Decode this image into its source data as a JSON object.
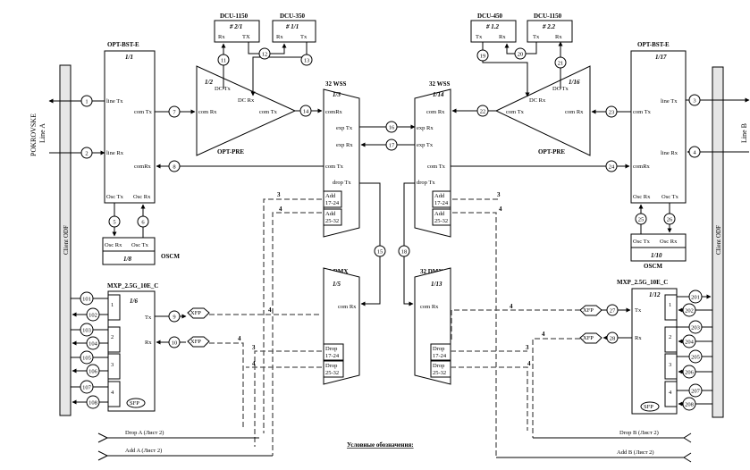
{
  "left_site": {
    "line_label_1": "POKROVSKE",
    "line_label_2": "Line A",
    "client_odf": "Client ODF",
    "opt_bst": {
      "title": "OPT-BST-E",
      "slot": "1/1",
      "line_tx": "line Tx",
      "line_rx": "line Rx",
      "com_tx": "com Tx",
      "com_rx": "comRx",
      "osc_tx": "Osc Tx",
      "osc_rx": "Osc Rx"
    },
    "oscm": {
      "label": "OSCM",
      "slot": "1/8",
      "osc_rx": "Osc Rx",
      "osc_tx": "Osc Tx"
    },
    "opt_pre": {
      "label": "OPT-PRE",
      "slot": "1/2",
      "dc_tx": "DC Tx",
      "dc_rx": "DC Rx",
      "com_rx": "com Rx",
      "com_tx": "com Tx"
    },
    "dcu_1": {
      "title": "DCU-1150",
      "slot": "# 2/1",
      "rx": "Rx",
      "tx": "TX"
    },
    "dcu_2": {
      "title": "DCU-350",
      "slot": "# 1/1",
      "rx": "Rx",
      "tx": "Tx"
    },
    "wss": {
      "title": "32 WSS",
      "slot": "1/3",
      "com_rx": "comRx",
      "exp_tx": "exp Tx",
      "exp_rx": "exp Rx",
      "com_tx": "com Tx",
      "drop_tx": "drop Tx",
      "add1": "Add",
      "add1_range": "17-24",
      "add2": "Add",
      "add2_range": "25-32"
    },
    "dmx": {
      "title": "32 DMX",
      "slot": "1/5",
      "com_rx": "com Rx",
      "drop1": "Drop",
      "drop1_range": "17-24",
      "drop2": "Drop",
      "drop2_range": "25-32"
    },
    "mxp": {
      "title": "MXP_2.5G_10E_C",
      "slot": "1/6",
      "tx": "Tx",
      "rx": "Rx",
      "ports": [
        "1",
        "2",
        "3",
        "4"
      ],
      "xfp_tx": "XFP",
      "xfp_rx": "XFP",
      "sfp": "SFP"
    },
    "fibers": [
      "1",
      "2",
      "5",
      "6",
      "7",
      "8",
      "9",
      "10",
      "11",
      "12",
      "13",
      "14",
      "15"
    ],
    "client_fibers": [
      "101",
      "102",
      "103",
      "104",
      "105",
      "106",
      "107",
      "108"
    ],
    "counts": [
      "3",
      "4",
      "4",
      "4",
      "3",
      "4"
    ],
    "drop_label": "Drop A (Лист 2)",
    "add_label": "Add A (Лист 2)"
  },
  "right_site": {
    "line_label": "Line B",
    "client_odf": "Client ODF",
    "opt_bst": {
      "title": "OPT-BST-E",
      "slot": "1/17",
      "line_tx": "line Tx",
      "line_rx": "line Rx",
      "com_tx": "com Tx",
      "com_rx": "comRx",
      "osc_rx": "Osc Rx",
      "osc_tx": "Osc Tx"
    },
    "oscm": {
      "label": "OSCM",
      "slot": "1/10",
      "osc_tx": "Osc Tx",
      "osc_rx": "Osc Rx"
    },
    "opt_pre": {
      "label": "OPT-PRE",
      "slot": "1/16",
      "dc_tx": "DC Tx",
      "dc_rx": "DC Rx",
      "com_rx": "com Rx",
      "com_tx": "com Tx"
    },
    "dcu_1": {
      "title": "DCU-450",
      "slot": "# 1.2",
      "tx": "Tx",
      "rx": "Rx"
    },
    "dcu_2": {
      "title": "DCU-1150",
      "slot": "# 2.2",
      "tx": "Tx",
      "rx": "Rx"
    },
    "wss": {
      "title": "32 WSS",
      "slot": "1/14",
      "com_rx": "com Rx",
      "exp_tx": "exp Tx",
      "exp_rx": "exp Rx",
      "com_tx": "com Tx",
      "drop_tx": "drop Tx",
      "add1": "Add",
      "add1_range": "17-24",
      "add2": "Add",
      "add2_range": "25-32"
    },
    "dmx": {
      "title": "32 DMX",
      "slot": "1/13",
      "com_rx": "com Rx",
      "drop1": "Drop",
      "drop1_range": "17-24",
      "drop2": "Drop",
      "drop2_range": "25-32"
    },
    "mxp": {
      "title": "MXP_2.5G_10E_C",
      "slot": "1/12",
      "tx": "Tx",
      "rx": "Rx",
      "ports": [
        "1",
        "2",
        "3",
        "4"
      ],
      "xfp_tx": "XFP",
      "xfp_rx": "XFP",
      "sfp": "SFP"
    },
    "fibers": [
      "3",
      "4",
      "16",
      "17",
      "18",
      "19",
      "20",
      "21",
      "22",
      "23",
      "24",
      "25",
      "26",
      "27",
      "28"
    ],
    "client_fibers": [
      "201",
      "202",
      "203",
      "204",
      "205",
      "206",
      "207",
      "208"
    ],
    "counts": [
      "3",
      "4",
      "4",
      "4",
      "3",
      "4"
    ],
    "drop_label": "Drop B (Лист 2)",
    "add_label": "Add B (Лист 2)"
  },
  "legend_title": "Условные обозначения:"
}
